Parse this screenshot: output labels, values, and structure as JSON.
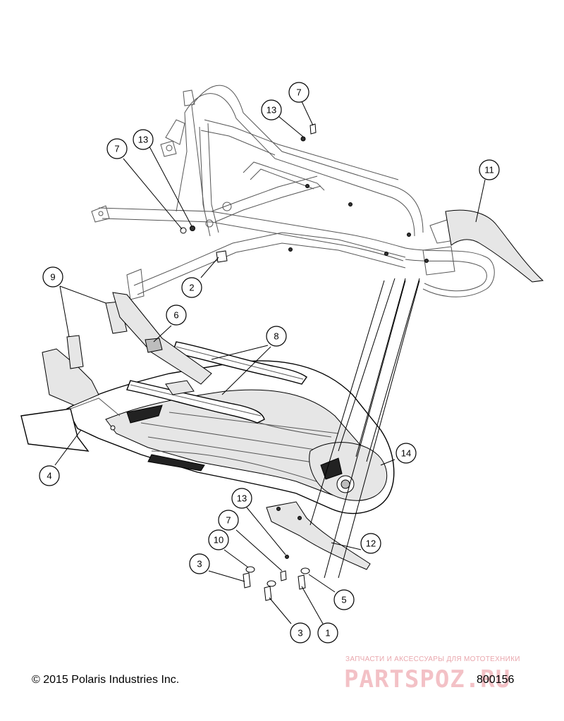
{
  "diagram": {
    "callouts": [
      {
        "id": "c7-top",
        "label": "7"
      },
      {
        "id": "c13-top",
        "label": "13"
      },
      {
        "id": "c7-left",
        "label": "7"
      },
      {
        "id": "c13-left",
        "label": "13"
      },
      {
        "id": "c11",
        "label": "11"
      },
      {
        "id": "c2",
        "label": "2"
      },
      {
        "id": "c9",
        "label": "9"
      },
      {
        "id": "c6",
        "label": "6"
      },
      {
        "id": "c8",
        "label": "8"
      },
      {
        "id": "c4",
        "label": "4"
      },
      {
        "id": "c14",
        "label": "14"
      },
      {
        "id": "c13-bottom",
        "label": "13"
      },
      {
        "id": "c7-bottom",
        "label": "7"
      },
      {
        "id": "c10",
        "label": "10"
      },
      {
        "id": "c12",
        "label": "12"
      },
      {
        "id": "c3-left",
        "label": "3"
      },
      {
        "id": "c5",
        "label": "5"
      },
      {
        "id": "c3-bottom",
        "label": "3"
      },
      {
        "id": "c1",
        "label": "1"
      }
    ]
  },
  "footer": {
    "copyright": "© 2015 Polaris Industries Inc.",
    "figure_number": "800156"
  },
  "watermark": {
    "tagline": "ЗАПЧАСТИ И АКСЕССУАРЫ ДЛЯ МОТОТЕХНИКИ",
    "logo": "PARTSPOZ.RU"
  }
}
